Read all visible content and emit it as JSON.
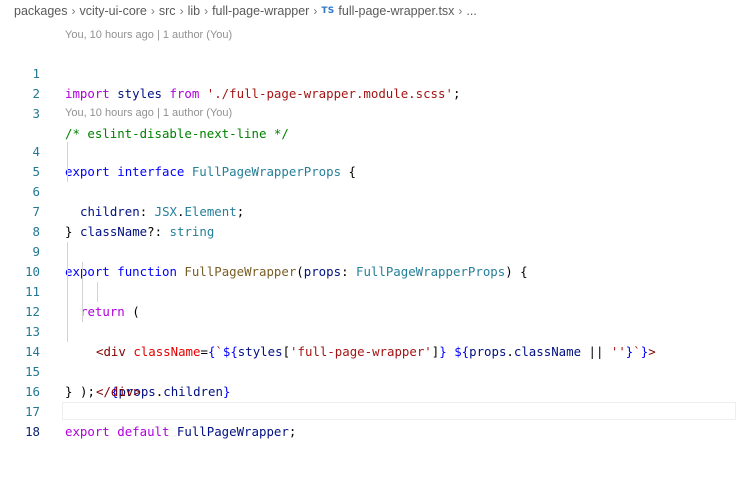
{
  "breadcrumb": {
    "items": [
      "packages",
      "vcity-ui-core",
      "src",
      "lib",
      "full-page-wrapper"
    ],
    "file_icon": "TS",
    "file_name": "full-page-wrapper.tsx",
    "ellipsis": "..."
  },
  "blame": {
    "line1": "You, 10 hours ago | 1 author (You)",
    "line4": "You, 10 hours ago | 1 author (You)"
  },
  "editor": {
    "line_numbers": [
      "1",
      "2",
      "3",
      "4",
      "5",
      "6",
      "7",
      "8",
      "9",
      "10",
      "11",
      "12",
      "13",
      "14",
      "15",
      "16",
      "17",
      "18"
    ],
    "lines": {
      "l1": [
        "import",
        " styles ",
        "from",
        " ",
        "'./full-page-wrapper.module.scss'",
        ";"
      ],
      "l3": [
        "/* eslint-disable-next-line */"
      ],
      "l4": [
        "export",
        " ",
        "interface",
        " ",
        "FullPageWrapperProps",
        " {"
      ],
      "l5": [
        "children",
        ": ",
        "JSX",
        ".",
        "Element",
        ";"
      ],
      "l6": [
        "className",
        "?: ",
        "string"
      ],
      "l7": [
        "}"
      ],
      "l9": [
        "export",
        " ",
        "function",
        " ",
        "FullPageWrapper",
        "(",
        "props",
        ": ",
        "FullPageWrapperProps",
        ") {"
      ],
      "l10": [
        "return",
        " ("
      ],
      "l11": [
        "<",
        "div",
        " ",
        "className",
        "=",
        "{",
        "`",
        "${",
        "styles",
        "[",
        "'full-page-wrapper'",
        "]",
        "}",
        " ",
        "${",
        "props",
        ".",
        "className",
        " || ",
        "''",
        "}",
        "`",
        "}",
        ">"
      ],
      "l12": [
        "{",
        "props",
        ".",
        "children",
        "}"
      ],
      "l13": [
        "</",
        "div",
        ">"
      ],
      "l14": [
        ");"
      ],
      "l15": [
        "}"
      ],
      "l17": [
        "export",
        " ",
        "default",
        " ",
        "FullPageWrapper",
        ";"
      ]
    }
  },
  "colors": {
    "keyword": "#0000ff",
    "control_keyword": "#af00db",
    "string": "#a31515",
    "comment": "#008000",
    "type": "#267f99",
    "function": "#795e26",
    "variable": "#001080",
    "tag": "#800000",
    "attribute": "#e50000",
    "line_number": "#237893",
    "ts_icon": "#3178c6"
  }
}
